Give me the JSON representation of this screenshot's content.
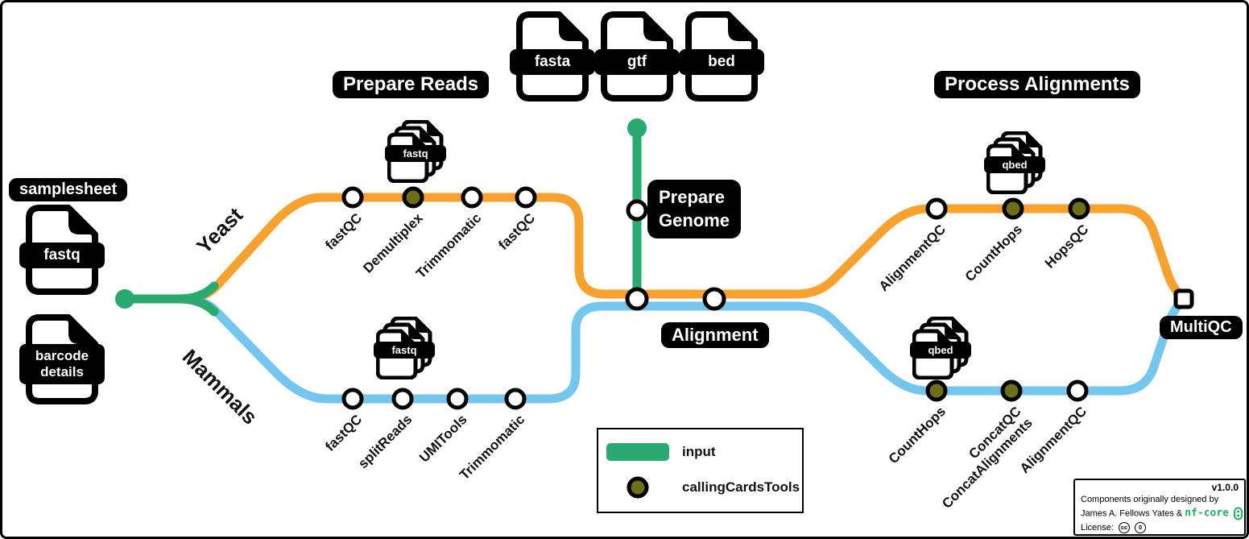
{
  "colors": {
    "input": "#2aaa6e",
    "yeast": "#f7a12f",
    "mammals": "#74c6ee",
    "tool": "#6d6e1a"
  },
  "labels": {
    "samplesheet": "samplesheet",
    "prepare_reads": "Prepare Reads",
    "prepare_genome": "Prepare\nGenome",
    "alignment": "Alignment",
    "process_alignments": "Process Alignments",
    "multiqc": "MultiQC",
    "yeast": "Yeast",
    "mammals": "Mammals"
  },
  "files": {
    "fastq_input": "fastq",
    "barcode_details": "barcode\ndetails",
    "fasta": "fasta",
    "gtf": "gtf",
    "bed": "bed",
    "fastq_yeast": "fastq",
    "fastq_mammals": "fastq",
    "qbed_yeast": "qbed",
    "qbed_mammals": "qbed"
  },
  "stations": {
    "yeast_fastqc_1": "fastQC",
    "yeast_demultiplex": "Demultiplex",
    "yeast_trimmomatic": "Trimmomatic",
    "yeast_fastqc_2": "fastQC",
    "mammals_fastqc": "fastQC",
    "mammals_splitreads": "splitReads",
    "mammals_umitools": "UMITools",
    "mammals_trimmomatic": "Trimmomatic",
    "process_top_alignmentqc": "AlignmentQC",
    "process_top_counthops": "CountHops",
    "process_top_hopsqc": "HopsQC",
    "process_bottom_counthops": "CountHops",
    "process_bottom_concat": "ConcatQC\nConcatAlignments",
    "process_bottom_alignmentqc": "AlignmentQC"
  },
  "legend": {
    "input": "input",
    "tool": "callingCardsTools"
  },
  "credit": {
    "version": "v1.0.0",
    "line1": "Components originally designed by",
    "line2": "James A. Fellows Yates &",
    "brand": "nf-core",
    "license": "License:",
    "cc": "cc",
    "zero": "0"
  }
}
